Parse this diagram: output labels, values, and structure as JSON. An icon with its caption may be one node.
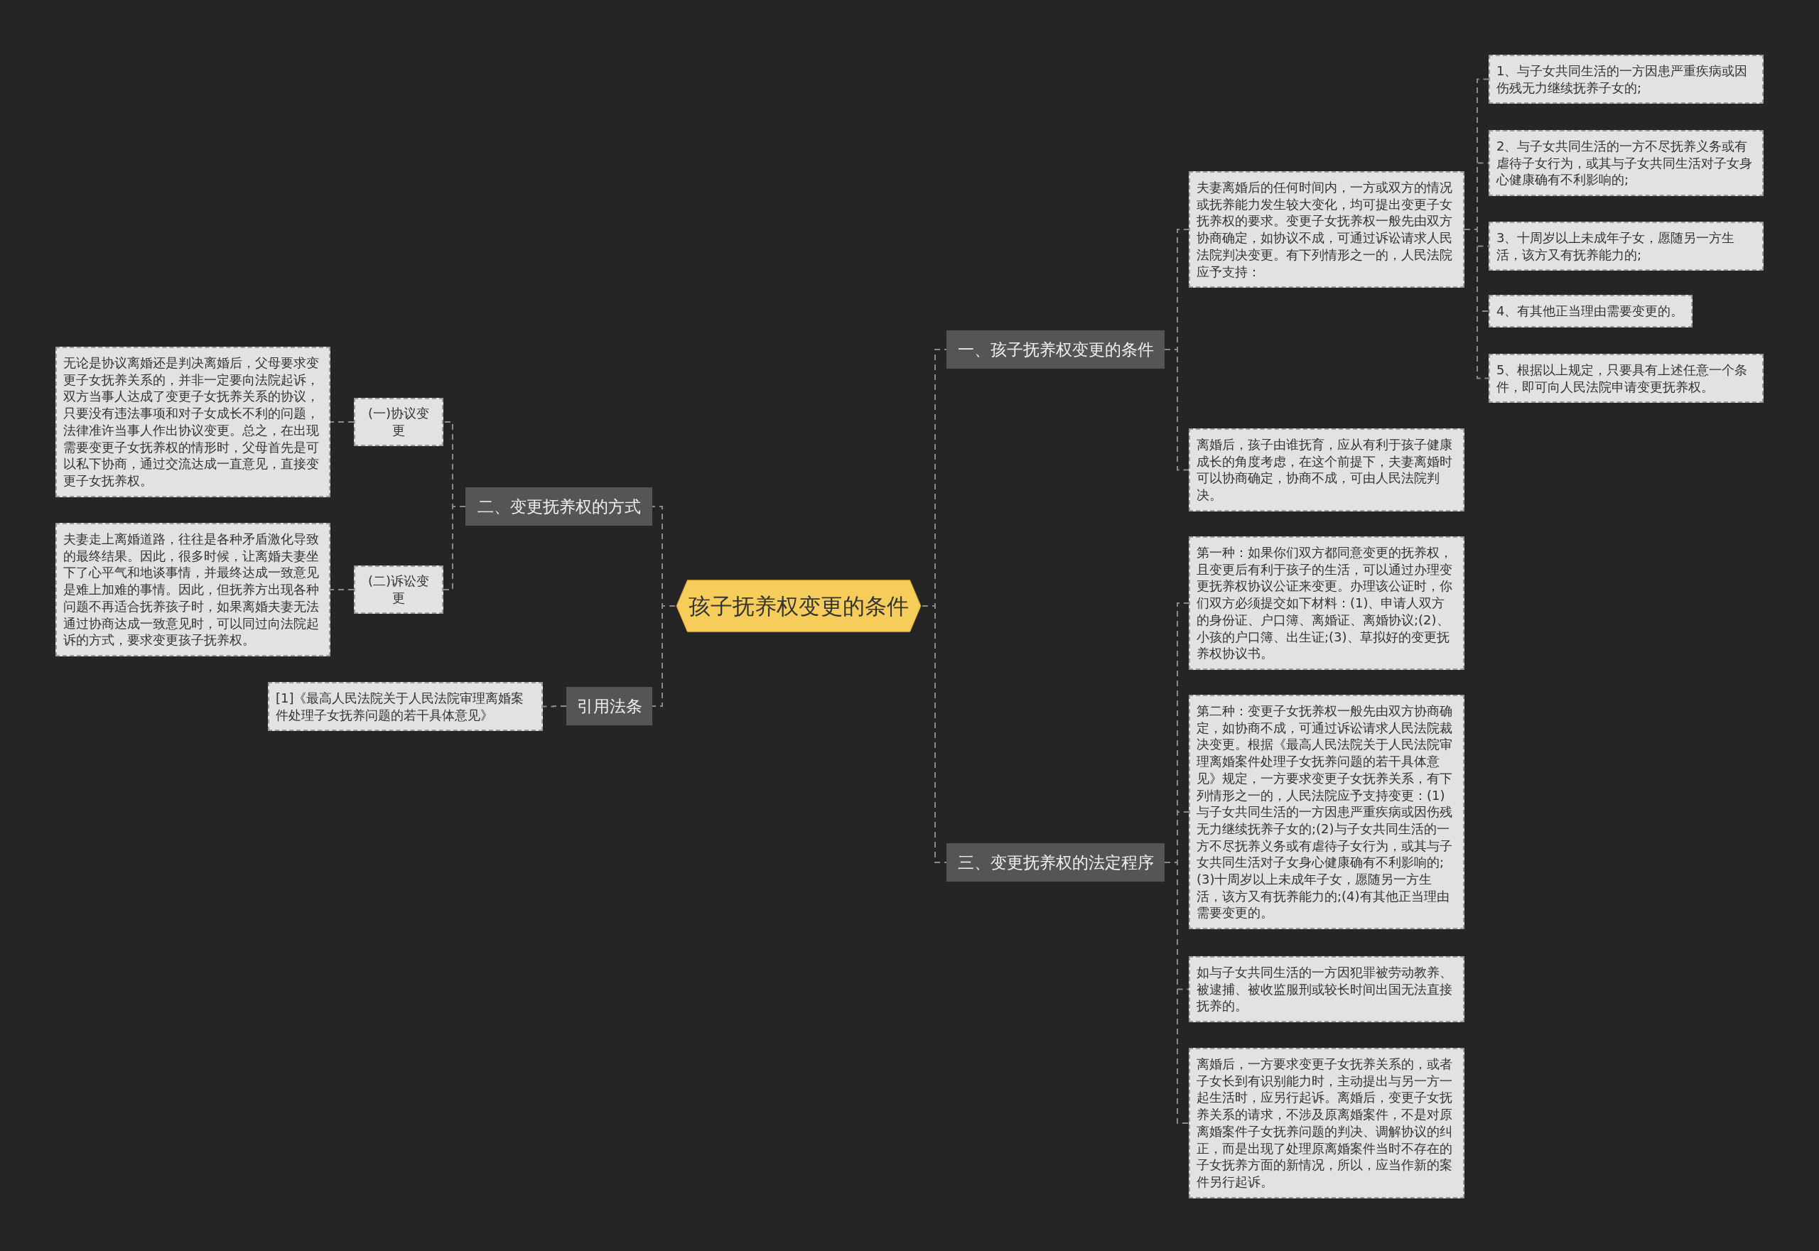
{
  "diagram": {
    "nodes": [
      {
        "text": [
          "孩子抚养权变更的条件"
        ]
      },
      {
        "text": [
          "一、孩子抚养权变更的条件"
        ]
      },
      {
        "text": [
          "夫妻离婚后的任何时间内，一方或双方的情况或抚养能力发生较大变化，均可提出变更子女抚养权的要求。变更子女抚养权一般先由双方协商确定，如协议不成，可通过诉讼请求人民法院判决变更。有下列情形之一的，人民法院应予支持："
        ]
      },
      {
        "text": [
          "1、与子女共同生活的一方因患严重疾病或因伤残无力继续抚养子女的;"
        ]
      },
      {
        "text": [
          "2、与子女共同生活的一方不尽抚养义务或有虐待子女行为，或其与子女共同生活对子女身心健康确有不利影响的;"
        ]
      },
      {
        "text": [
          "3、十周岁以上未成年子女，愿随另一方生活，该方又有抚养能力的;"
        ]
      },
      {
        "text": [
          "4、有其他正当理由需要变更的。"
        ]
      },
      {
        "text": [
          "5、根据以上规定，只要具有上述任意一个条件，即可向人民法院申请变更抚养权。"
        ]
      },
      {
        "text": [
          "离婚后，孩子由谁抚育，应从有利于孩子健康成长的角度考虑，在这个前提下，夫妻离婚时可以协商确定，协商不成，可由人民法院判决。"
        ]
      },
      {
        "text": [
          "二、变更抚养权的方式"
        ]
      },
      {
        "text": [
          "(一)协议变更"
        ]
      },
      {
        "text": [
          "无论是协议离婚还是判决离婚后，父母要求变更子女抚养关系的，并非一定要向法院起诉，双方当事人达成了变更子女抚养关系的协议，只要没有违法事项和对子女成长不利的问题，法律准许当事人作出协议变更。总之，在出现需要变更子女抚养权的情形时，父母首先是可以私下协商，通过交流达成一直意见，直接变更子女抚养权。"
        ]
      },
      {
        "text": [
          "(二)诉讼变更"
        ]
      },
      {
        "text": [
          "夫妻走上离婚道路，往往是各种矛盾激化导致的最终结果。因此，很多时候，让离婚夫妻坐下了心平气和地谈事情，并最终达成一致意见是难上加难的事情。因此，但抚养方出现各种问题不再适合抚养孩子时，如果离婚夫妻无法通过协商达成一致意见时，可以同过向法院起诉的方式，要求变更孩子抚养权。"
        ]
      },
      {
        "text": [
          "引用法条"
        ]
      },
      {
        "text": [
          "[1]《最高人民法院关于人民法院审理离婚案件处理子女抚养问题的若干具体意见》"
        ]
      },
      {
        "text": [
          "三、变更抚养权的法定程序"
        ]
      },
      {
        "text": [
          "第一种：如果你们双方都同意变更的抚养权，且变更后有利于孩子的生活，可以通过办理变更抚养权协议公证来变更。办理该公证时，你们双方必须提交如下材料：(1)、申请人双方的身份证、户口簿、离婚证、离婚协议;(2)、小孩的户口簿、出生证;(3)、草拟好的变更抚养权协议书。"
        ]
      },
      {
        "text": [
          "第二种：变更子女抚养权一般先由双方协商确定，如协商不成，可通过诉讼请求人民法院裁决变更。根据《最高人民法院关于人民法院审理离婚案件处理子女抚养问题的若干具体意见》规定，一方要求变更子女抚养关系，有下列情形之一的，人民法院应予支持变更：(1)与子女共同生活的一方因患严重疾病或因伤残无力继续抚养子女的;(2)与子女共同生活的一方不尽抚养义务或有虐待子女行为，或其与子女共同生活对子女身心健康确有不利影响的;(3)十周岁以上未成年子女，愿随另一方生活，该方又有抚养能力的;(4)有其他正当理由需要变更的。"
        ]
      },
      {
        "text": [
          "如与子女共同生活的一方因犯罪被劳动教养、被逮捕、被收监服刑或较长时间出国无法直接抚养的。"
        ]
      },
      {
        "text": [
          "离婚后，一方要求变更子女抚养关系的，或者子女长到有识别能力时，主动提出与另一方一起生活时，应另行起诉。离婚后，变更子女抚养关系的请求，不涉及原离婚案件，不是对原离婚案件子女抚养问题的判决、调解协议的纠正，而是出现了处理原离婚案件当时不存在的子女抚养方面的新情况，所以，应当作新的案件另行起诉。"
        ]
      }
    ],
    "edges": [
      {
        "from": 0,
        "to": 1,
        "arrow": "none"
      },
      {
        "from": 1,
        "to": 2,
        "arrow": "none"
      },
      {
        "from": 2,
        "to": 3,
        "arrow": "none"
      },
      {
        "from": 2,
        "to": 4,
        "arrow": "none"
      },
      {
        "from": 2,
        "to": 5,
        "arrow": "none"
      },
      {
        "from": 2,
        "to": 6,
        "arrow": "none"
      },
      {
        "from": 2,
        "to": 7,
        "arrow": "none"
      },
      {
        "from": 1,
        "to": 8,
        "arrow": "none"
      },
      {
        "from": 0,
        "to": 9,
        "arrow": "none"
      },
      {
        "from": 9,
        "to": 10,
        "arrow": "none"
      },
      {
        "from": 10,
        "to": 11,
        "arrow": "none"
      },
      {
        "from": 9,
        "to": 12,
        "arrow": "none"
      },
      {
        "from": 12,
        "to": 13,
        "arrow": "none"
      },
      {
        "from": 0,
        "to": 14,
        "arrow": "none"
      },
      {
        "from": 14,
        "to": 15,
        "arrow": "none"
      },
      {
        "from": 0,
        "to": 16,
        "arrow": "none"
      },
      {
        "from": 16,
        "to": 17,
        "arrow": "none"
      },
      {
        "from": 16,
        "to": 18,
        "arrow": "none"
      },
      {
        "from": 16,
        "to": 19,
        "arrow": "none"
      },
      {
        "from": 16,
        "to": 20,
        "arrow": "none"
      }
    ]
  }
}
